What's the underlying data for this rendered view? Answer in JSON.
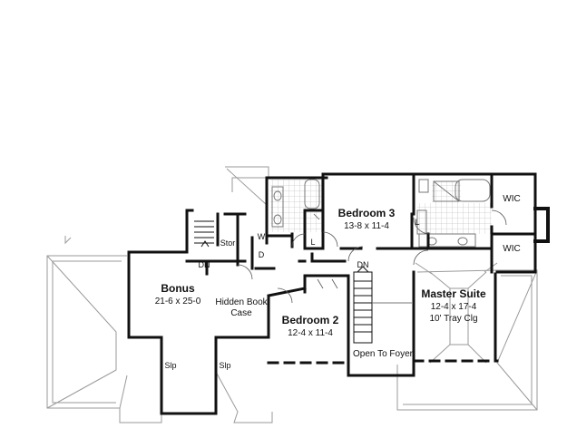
{
  "plan": {
    "rooms": {
      "bonus": {
        "name": "Bonus",
        "dims": "21-6 x 25-0"
      },
      "bedroom3": {
        "name": "Bedroom 3",
        "dims": "13-8 x 11-4"
      },
      "bedroom2": {
        "name": "Bedroom 2",
        "dims": "12-4 x 11-4"
      },
      "master": {
        "name": "Master Suite",
        "dims": "12-4 x 17-4",
        "ceiling": "10' Tray Clg"
      }
    },
    "labels": {
      "hidden_book_line1": "Hidden Book",
      "hidden_book_line2": "Case",
      "open_to_foyer": "Open To Foyer",
      "stor": "Stor",
      "wic_top": "WIC",
      "wic_bottom": "WIC",
      "dn_left": "DN",
      "dn_center": "DN",
      "w": "W",
      "d": "D",
      "l_left": "L",
      "l_right": "L",
      "slp_left": "Slp",
      "slp_right": "Slp"
    },
    "colors": {
      "wall": "#111111",
      "roof_line": "#9a9a9a",
      "fixture": "#777777",
      "tile": "#c8c8c8"
    }
  }
}
